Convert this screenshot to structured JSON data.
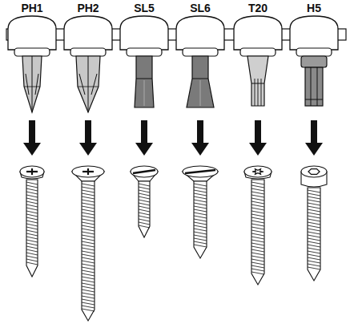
{
  "diagram": {
    "labels": [
      "PH1",
      "PH2",
      "SL5",
      "SL6",
      "T20",
      "H5"
    ]
  }
}
